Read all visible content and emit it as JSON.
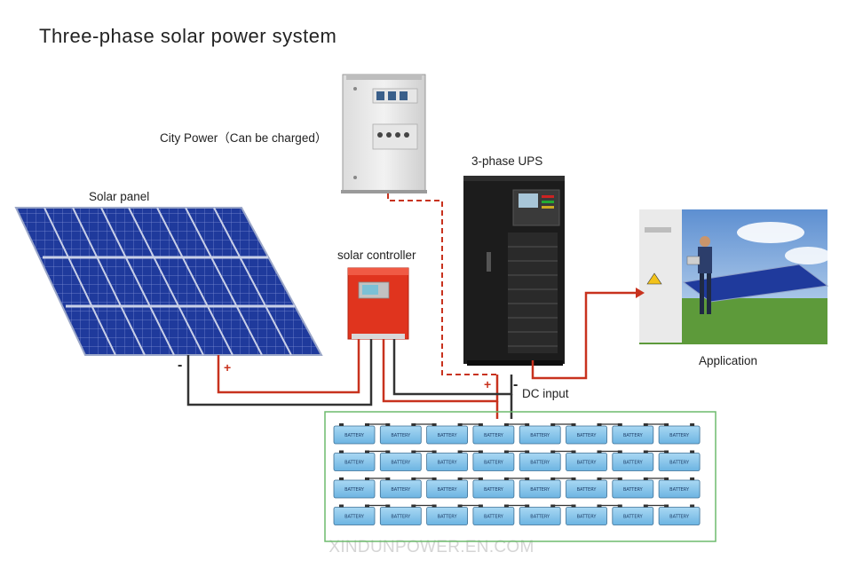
{
  "title": "Three-phase solar power system",
  "labels": {
    "city_power": "City Power（Can be charged）",
    "ups": "3-phase UPS",
    "solar_panel": "Solar  panel",
    "solar_controller": "solar  controller",
    "application": "Application",
    "dc_input": "DC input"
  },
  "polarity": {
    "panel_negative": "-",
    "panel_positive": "+",
    "dc_positive": "+",
    "dc_negative": "-"
  },
  "battery_bank": {
    "rows": 4,
    "columns": 8,
    "cell_label": "BATTERY"
  },
  "watermark": "XINDUNPOWER.EN.COM",
  "colors": {
    "solar_cell": "#1f3a9c",
    "controller_body": "#e0341e",
    "ups_body": "#1c1c1c",
    "battery_fill": "#8cc7ea",
    "battery_bank_border": "#6dbb6d",
    "wire_red": "#c8321e",
    "wire_black": "#333333"
  }
}
